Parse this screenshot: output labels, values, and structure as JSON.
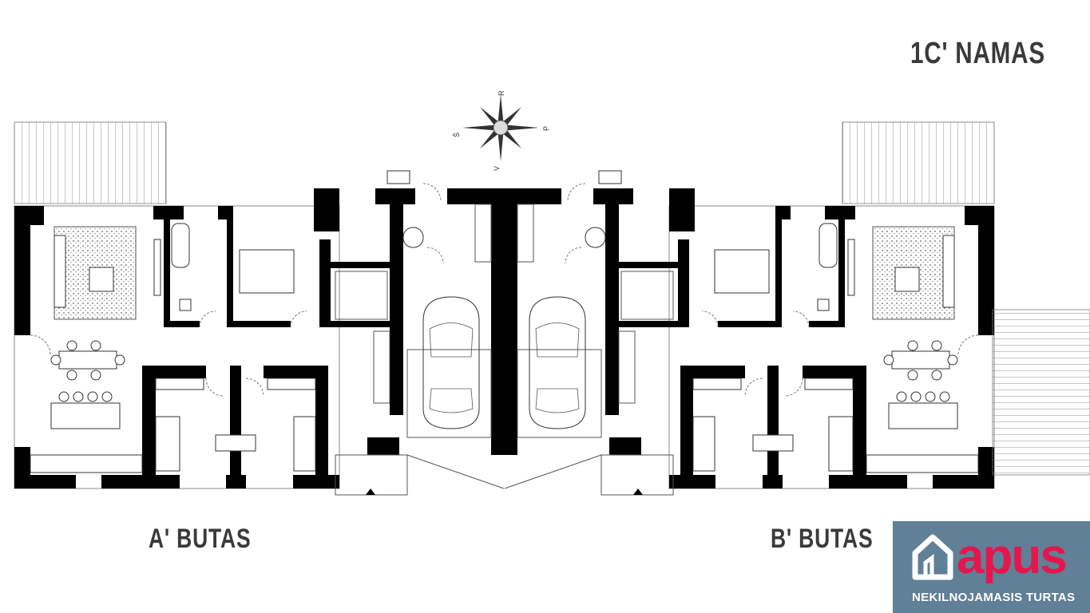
{
  "header": {
    "title": "1C' NAMAS"
  },
  "units": {
    "a_label": "A' BUTAS",
    "b_label": "B' BUTAS"
  },
  "compass": {
    "north": "R",
    "west": "Š",
    "east": "P",
    "south": "V"
  },
  "logo": {
    "brand": "apus",
    "tagline": "NEKILNOJAMASIS TURTAS",
    "brand_color": "#e5164d",
    "background": "#5f8096"
  }
}
